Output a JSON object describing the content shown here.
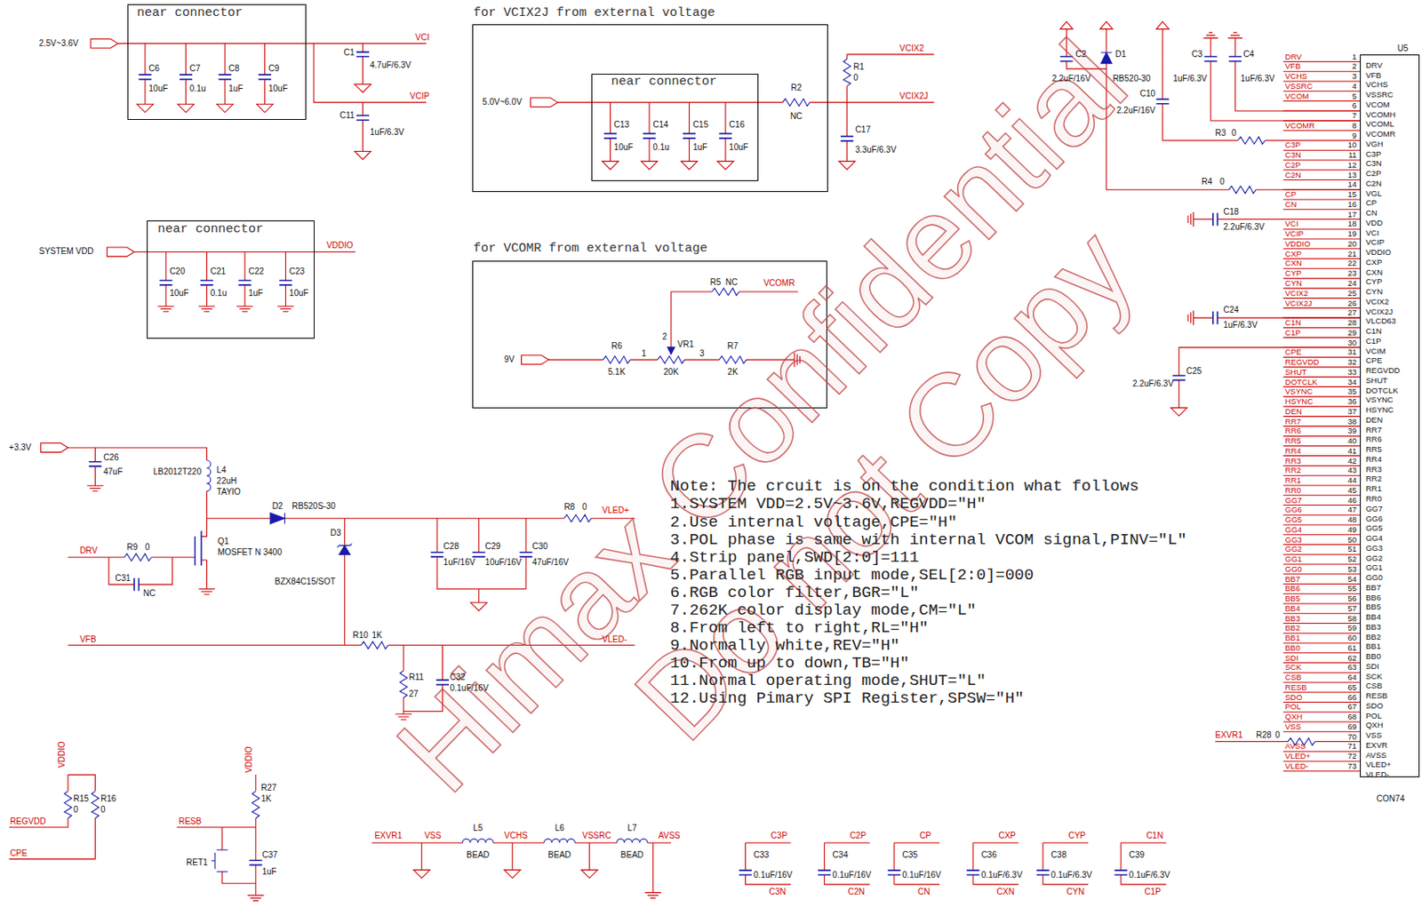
{
  "diagram": {
    "nodes": [
      {
        "text": [
          "near connector"
        ]
      },
      {
        "text": [
          "for VCIX2J from external voltage"
        ]
      },
      {
        "text": [
          "near connector"
        ],
        "in": 1
      },
      {
        "text": [
          "near connector"
        ]
      },
      {
        "text": [
          "for VCOMR from external voltage"
        ]
      },
      {
        "text": [
          "U5",
          "CON74"
        ]
      }
    ],
    "labels": [
      "2.5V~3.6V",
      "C6",
      "10uF",
      "C7",
      "0.1u",
      "C8",
      "1uF",
      "C9",
      "10uF",
      "C1",
      "4.7uF/6.3V",
      "VCI",
      "VCIP",
      "C11",
      "1uF/6.3V",
      "5.0V~6.0V",
      "C13",
      "10uF",
      "C14",
      "0.1u",
      "C15",
      "1uF",
      "C16",
      "10uF",
      "R2",
      "NC",
      "VCIX2",
      "VCIX2J",
      "R1",
      "0",
      "C17",
      "3.3uF/6.3V",
      "SYSTEM VDD",
      "VDDIO",
      "C20",
      "10uF",
      "C21",
      "0.1u",
      "C22",
      "1uF",
      "C23",
      "10uF",
      "R5",
      "NC",
      "VCOMR",
      "9V",
      "R6",
      "5.1K",
      "1",
      "2",
      "VR1",
      "3",
      "20K",
      "R7",
      "2K",
      "+3.3V",
      "C26",
      "47uF",
      "LB2012T220",
      "L4",
      "22uH",
      "TAYIO",
      "D2",
      "RB520S-30",
      "D3",
      "R8",
      "0",
      "VLED+",
      "Q1",
      "MOSFET N 3400",
      "DRV",
      "R9",
      "0",
      "C31",
      "NC",
      "BZX84C15/SOT",
      "C28",
      "1uF/16V",
      "C29",
      "10uF/16V",
      "C30",
      "47uF/16V",
      "VFB",
      "R10",
      "1K",
      "VLED-",
      "R11",
      "27",
      "C32",
      "0.1uF/16V",
      "VDDIO",
      "R15",
      "0",
      "R16",
      "0",
      "REGVDD",
      "CPE",
      "VDDIO",
      "R27",
      "1K",
      "RESB",
      "C37",
      "1uF",
      "RET1",
      "EXVR1",
      "VSS",
      "L5",
      "BEAD",
      "VCHS",
      "L6",
      "BEAD",
      "VSSRC",
      "L7",
      "BEAD",
      "AVSS",
      "C3P",
      "C33",
      "0.1uF/16V",
      "C3N",
      "C2P",
      "C34",
      "0.1uF/16V",
      "C2N",
      "CP",
      "C35",
      "0.1uF/16V",
      "CN",
      "CXP",
      "C36",
      "0.1uF/6.3V",
      "CXN",
      "CYP",
      "C38",
      "0.1uF/6.3V",
      "CYN",
      "C1N",
      "C39",
      "0.1uF/6.3V",
      "C1P",
      "C2",
      "2.2uF/16V",
      "D1",
      "RB520-30",
      "C3",
      "1uF/6.3V",
      "C4",
      "1uF/6.3V",
      "C10",
      "2.2uF/16V",
      "R3",
      "0",
      "R4",
      "0",
      "C18",
      "2.2uF/6.3V",
      "C24",
      "1uF/6.3V",
      "C25",
      "2.2uF/6.3V",
      "EXVR1",
      "R28",
      "0",
      "DRV",
      "1",
      "DRV",
      "VFB",
      "2",
      "VFB",
      "VCHS",
      "3",
      "VCHS",
      "VSSRC",
      "4",
      "VSSRC",
      "VCOM",
      "5",
      "VCOM",
      "6",
      "VCOMH",
      "7",
      "VCOML",
      "VCOMR",
      "8",
      "VCOMR",
      "9",
      "VGH",
      "C3P",
      "10",
      "C3P",
      "C3N",
      "11",
      "C3N",
      "C2P",
      "12",
      "C2P",
      "C2N",
      "13",
      "C2N",
      "14",
      "VGL",
      "CP",
      "15",
      "CP",
      "CN",
      "16",
      "CN",
      "17",
      "VDD",
      "VCI",
      "18",
      "VCI",
      "VCIP",
      "19",
      "VCIP",
      "VDDIO",
      "20",
      "VDDIO",
      "CXP",
      "21",
      "CXP",
      "CXN",
      "22",
      "CXN",
      "CYP",
      "23",
      "CYP",
      "CYN",
      "24",
      "CYN",
      "VCIX2",
      "25",
      "VCIX2",
      "VCIX2J",
      "26",
      "VCIX2J",
      "27",
      "VLCD63",
      "C1N",
      "28",
      "C1N",
      "C1P",
      "29",
      "C1P",
      "30",
      "VCIM",
      "CPE",
      "31",
      "CPE",
      "REGVDD",
      "32",
      "REGVDD",
      "SHUT",
      "33",
      "SHUT",
      "DOTCLK",
      "34",
      "DOTCLK",
      "VSYNC",
      "35",
      "VSYNC",
      "HSYNC",
      "36",
      "HSYNC",
      "DEN",
      "37",
      "DEN",
      "RR7",
      "38",
      "RR7",
      "RR6",
      "39",
      "RR6",
      "RR5",
      "40",
      "RR5",
      "RR4",
      "41",
      "RR4",
      "RR3",
      "42",
      "RR3",
      "RR2",
      "43",
      "RR2",
      "RR1",
      "44",
      "RR1",
      "RR0",
      "45",
      "RR0",
      "GG7",
      "46",
      "GG7",
      "GG6",
      "47",
      "GG6",
      "GG5",
      "48",
      "GG5",
      "GG4",
      "49",
      "GG4",
      "GG3",
      "50",
      "GG3",
      "GG2",
      "51",
      "GG2",
      "GG1",
      "52",
      "GG1",
      "GG0",
      "53",
      "GG0",
      "BB7",
      "54",
      "BB7",
      "BB6",
      "55",
      "BB6",
      "BB5",
      "56",
      "BB5",
      "BB4",
      "57",
      "BB4",
      "BB3",
      "58",
      "BB3",
      "BB2",
      "59",
      "BB2",
      "BB1",
      "60",
      "BB1",
      "BB0",
      "61",
      "BB0",
      "SDI",
      "62",
      "SDI",
      "SCK",
      "63",
      "SCK",
      "CSB",
      "64",
      "CSB",
      "RESB",
      "65",
      "RESB",
      "SDO",
      "66",
      "SDO",
      "POL",
      "67",
      "POL",
      "QXH",
      "68",
      "QXH",
      "VSS",
      "69",
      "VSS",
      "70",
      "EXVR",
      "AVSS",
      "71",
      "AVSS",
      "VLED+",
      "72",
      "VLED+",
      "VLED-",
      "73",
      "VLED-",
      "Note: The crcuit is on the condition what follows",
      "1.SYSTEM VDD=2.5V~3.6V,REGVDD=\"H\"",
      "2.Use internal voltage,CPE=\"H\"",
      "3.POL phase is same with internal VCOM signal,PINV=\"L\"",
      "4.Strip panel,SWD[2:0]=111",
      "5.Parallel RGB input mode,SEL[2:0]=000",
      "6.RGB color filter,BGR=\"L\"",
      "7.262K color display mode,CM=\"L\"",
      "8.From left to right,RL=\"H\"",
      "9.Normally white,REV=\"H\"",
      "10.From up to down,TB=\"H\"",
      "11.Normal operating mode,SHUT=\"L\"",
      "12.Using Pimary SPI Register,SPSW=\"H\"",
      "Himax Confidential",
      "Do not Copy"
    ]
  }
}
